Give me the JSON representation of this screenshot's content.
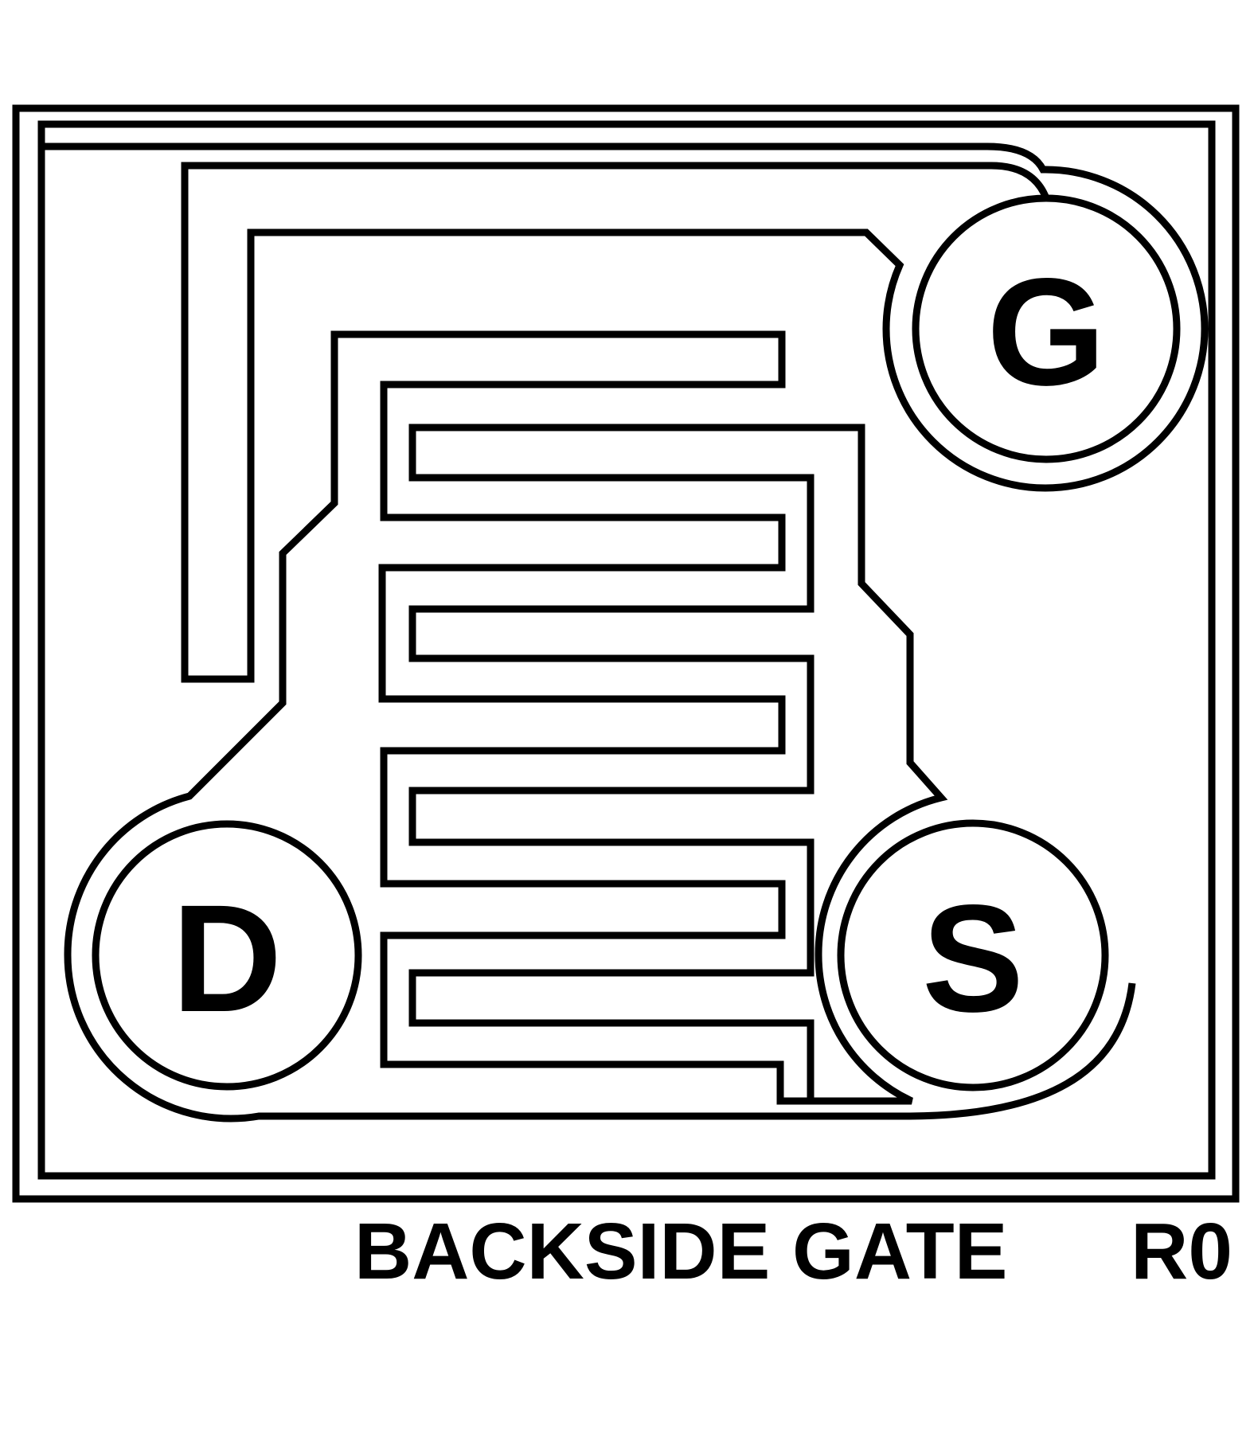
{
  "diagram": {
    "type": "transistor-die-layout",
    "bottom_label": "BACKSIDE GATE",
    "revision": "R0",
    "pads": {
      "gate": "G",
      "drain": "D",
      "source": "S"
    },
    "colors": {
      "line": "#000000",
      "background": "#ffffff"
    }
  }
}
